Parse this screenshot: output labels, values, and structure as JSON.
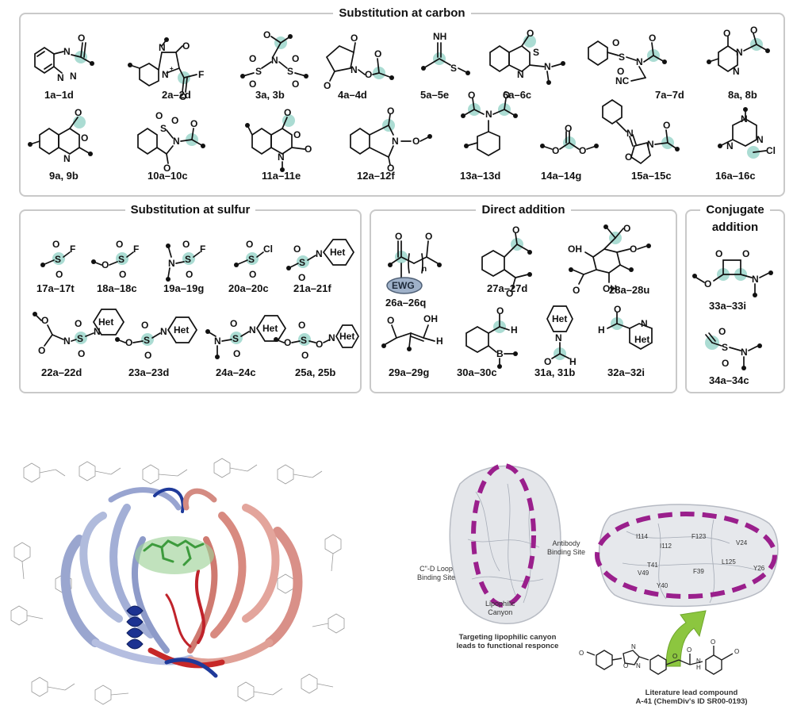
{
  "panels": {
    "carbon": {
      "title": "Substitution at carbon",
      "labels": [
        "1a–1d",
        "2a–2d",
        "3a, 3b",
        "4a–4d",
        "5a–5e",
        "6a–6c",
        "7a–7d",
        "8a, 8b",
        "9a, 9b",
        "10a–10c",
        "11a–11e",
        "12a–12f",
        "13a–13d",
        "14a–14g",
        "15a–15c",
        "16a–16c"
      ]
    },
    "sulfur": {
      "title": "Substitution at sulfur",
      "labels": [
        "17a–17t",
        "18a–18c",
        "19a–19g",
        "20a–20c",
        "21a–21f",
        "22a–22d",
        "23a–23d",
        "24a–24c",
        "25a, 25b"
      ]
    },
    "direct": {
      "title": "Direct addition",
      "labels": [
        "26a–26q",
        "27a–27d",
        "28a–28u",
        "29a–29g",
        "30a–30c",
        "31a, 31b",
        "32a–32i"
      ]
    },
    "conjugate": {
      "title_line1": "Conjugate",
      "title_line2": "addition",
      "labels": [
        "33a–33i",
        "34a–34c"
      ]
    }
  },
  "atoms": {
    "N": "N",
    "O": "O",
    "F": "F",
    "S": "S",
    "Cl": "Cl",
    "B": "B",
    "H": "H",
    "NH": "NH",
    "NC": "NC",
    "OH": "OH",
    "Het": "Het",
    "EWG": "EWG",
    "n": "n",
    "plus": "+"
  },
  "target": {
    "sites": [
      "C\"-D Loop",
      "Binding Site",
      "Antibody",
      "Binding Site",
      "Lipophilic",
      "Canyon"
    ],
    "caption_line1": "Targeting lipophilic canyon",
    "caption_line2": "leads to functional responce",
    "residues": [
      "I114",
      "I112",
      "F123",
      "V24",
      "T41",
      "L125",
      "Y26",
      "V49",
      "F39",
      "Y40"
    ],
    "lead_line1": "Literature lead compound",
    "lead_line2": "A-41 (ChemDiv's ID SR00-0193)"
  },
  "colors": {
    "highlight": "#8fd0c4",
    "panel_border": "#c9c9c9",
    "dashed_ellipse": "#9a1f8c",
    "arrow": "#8cc63f",
    "ligand": "#3d9b3d"
  }
}
